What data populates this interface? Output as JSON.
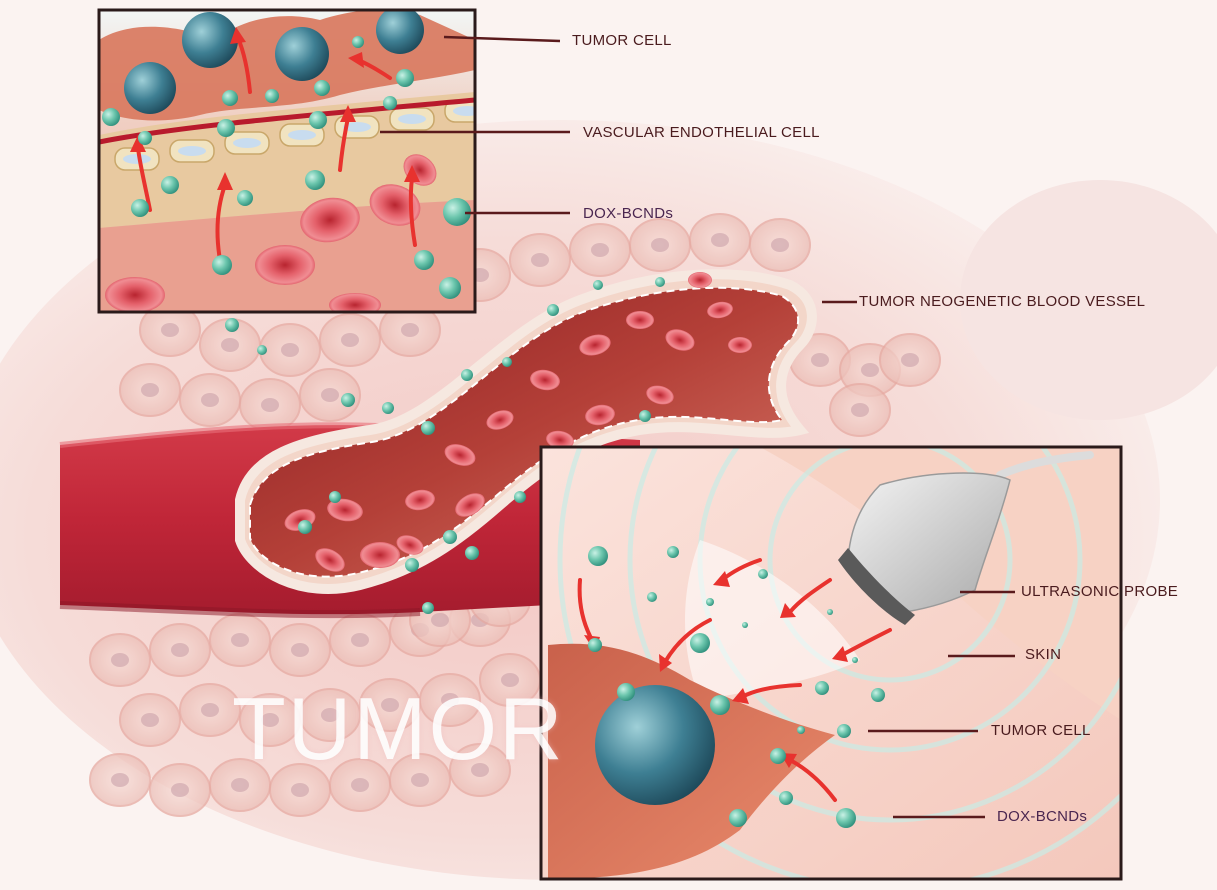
{
  "labels": {
    "inset_top": {
      "tumor_cell": "TUMOR CELL",
      "vascular_endothelial_cell": "VASCULAR ENDOTHELIAL CELL",
      "dox_bcnds": "DOX-BCNDs"
    },
    "main": {
      "tumor_neogenetic_blood_vessel": "TUMOR NEOGENETIC BLOOD VESSEL",
      "tumor": "TUMOR"
    },
    "inset_bottom": {
      "ultrasonic_probe": "ULTRASONIC PROBE",
      "skin": "SKIN",
      "tumor_cell": "TUMOR CELL",
      "dox_bcnds": "DOX-BCNDs"
    }
  },
  "colors": {
    "leader_line": "#5a1a1c",
    "label_text": "#4a1b1e",
    "label_text_purple": "#4a2650",
    "nanodroplet": "#6cc6ad",
    "arrow": "#e8322e",
    "red_blood_cell": "#e0505a",
    "vessel": "#c8283a",
    "inset_frame": "#2a1a1a"
  }
}
